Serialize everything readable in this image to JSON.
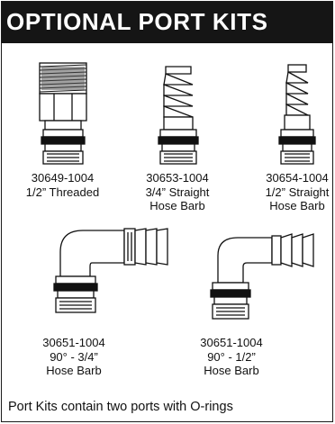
{
  "title": "OPTIONAL PORT KITS",
  "parts": [
    {
      "number": "30649-1004",
      "desc": [
        "1/2” Threaded"
      ],
      "illustration": "threaded-port-icon"
    },
    {
      "number": "30653-1004",
      "desc": [
        "3/4” Straight",
        "Hose Barb"
      ],
      "illustration": "straight-hose-barb-icon"
    },
    {
      "number": "30654-1004",
      "desc": [
        "1/2” Straight",
        "Hose Barb"
      ],
      "illustration": "straight-hose-barb-icon"
    },
    {
      "number": "30651-1004",
      "desc": [
        "90° - 3/4”",
        "Hose Barb"
      ],
      "illustration": "elbow-hose-barb-icon"
    },
    {
      "number": "30651-1004",
      "desc": [
        "90° - 1/2”",
        "Hose Barb"
      ],
      "illustration": "elbow-hose-barb-icon"
    }
  ],
  "footer": "Port Kits contain two ports with O-rings",
  "colors": {
    "ink": "#111111",
    "header_bg": "#151515",
    "header_text": "#ffffff",
    "paper": "#ffffff"
  }
}
